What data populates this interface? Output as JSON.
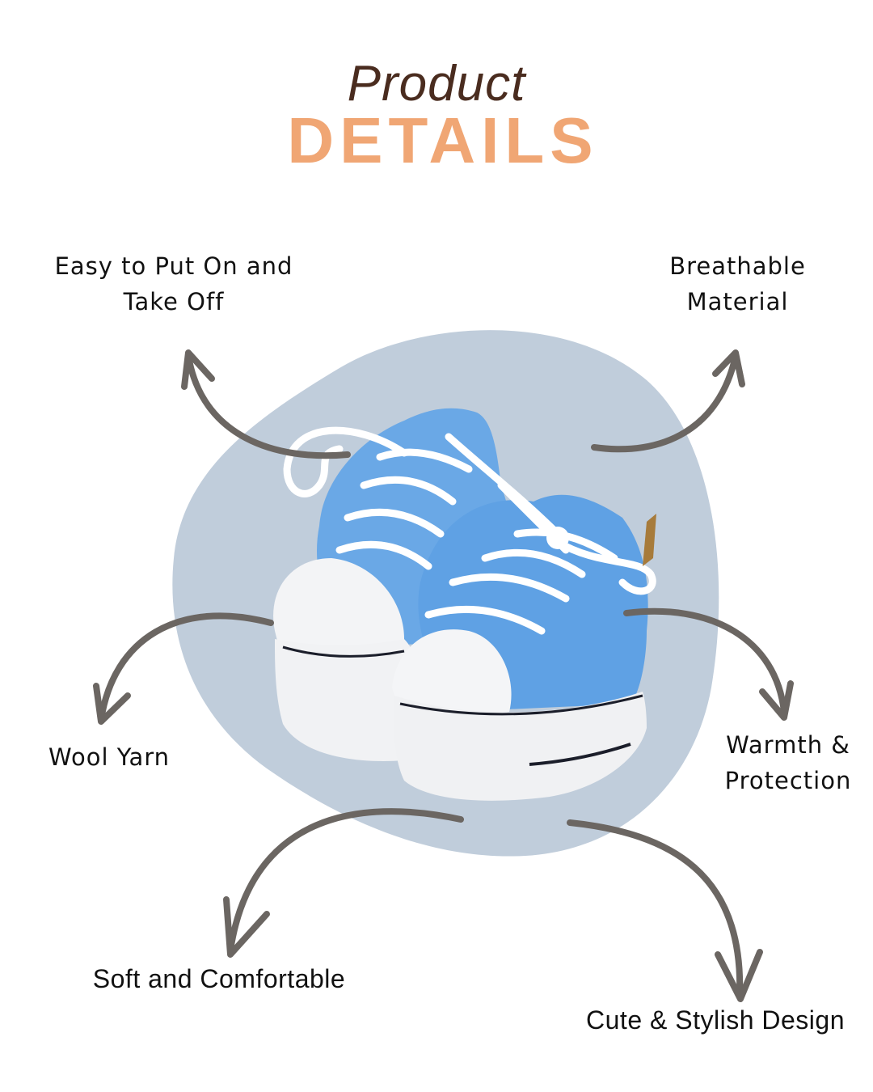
{
  "header": {
    "title_line1": "Product",
    "title_line2": "DETAILS"
  },
  "features": [
    {
      "id": "easy-on-off",
      "line1": "Easy to Put On and",
      "line2": "Take Off",
      "arrow": "up-left"
    },
    {
      "id": "breathable",
      "line1": "Breathable",
      "line2": "Material",
      "arrow": "up-right"
    },
    {
      "id": "wool-yarn",
      "line1": "Wool Yarn",
      "line2": "",
      "arrow": "down-left"
    },
    {
      "id": "warmth",
      "line1": "Warmth &",
      "line2": "Protection",
      "arrow": "down-right"
    },
    {
      "id": "soft",
      "line1": "Soft and Comfortable",
      "line2": "",
      "arrow": "down-left"
    },
    {
      "id": "cute",
      "line1": "Cute & Stylish Design",
      "line2": "",
      "arrow": "down-right"
    }
  ],
  "product_image": {
    "subject": "blue crochet baby sneakers with white laces and soles"
  },
  "colors": {
    "title_dark": "#4a2c1f",
    "title_accent": "#f0a674",
    "blob": "#c0cddb",
    "arrow": "#6b6662",
    "shoe_blue": "#6aa8e6",
    "shoe_white": "#f4f5f7",
    "text": "#111111"
  }
}
